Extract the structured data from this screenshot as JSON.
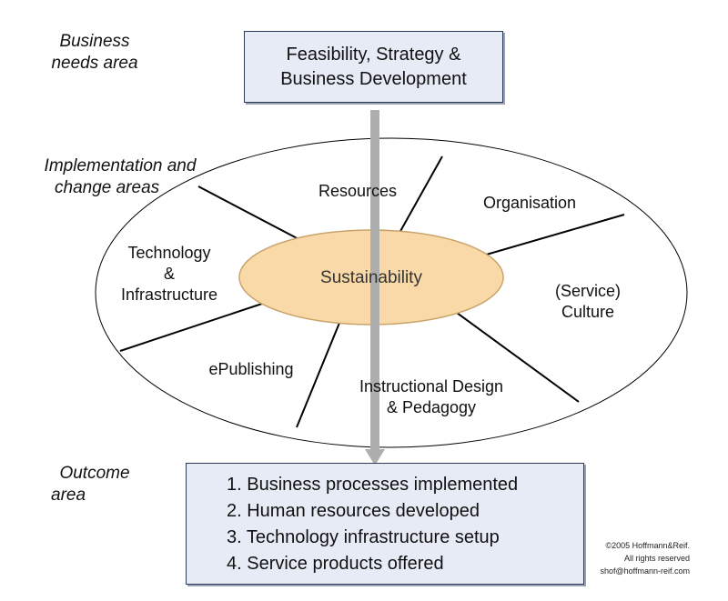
{
  "side_labels": {
    "business": [
      "Business",
      "needs area"
    ],
    "implementation": [
      "Implementation and",
      "change areas"
    ],
    "outcome": [
      "Outcome",
      "area"
    ]
  },
  "top_box": [
    "Feasibility, Strategy &",
    "Business Development"
  ],
  "areas": {
    "center": "Sustainability",
    "resources": "Resources",
    "organisation": "Organisation",
    "technology": [
      "Technology",
      "&",
      "Infrastructure"
    ],
    "service_culture": [
      "(Service)",
      "Culture"
    ],
    "epublishing": "ePublishing",
    "instructional": [
      "Instructional Design",
      "& Pedagogy"
    ]
  },
  "outcomes": [
    "1. Business processes implemented",
    "2. Human resources developed",
    "3. Technology infrastructure setup",
    "4. Service products offered"
  ],
  "copyright": [
    "©2005 Hoffmann&Reif.",
    "All rights reserved",
    "shof@hoffmann-reif.com"
  ],
  "colors": {
    "box_fill": "#e6ebf6",
    "box_border": "#2b3a55",
    "center_fill": "#fad9a8",
    "center_border": "#c9a36a",
    "arrow": "#aeaeae",
    "lines": "#000000"
  }
}
